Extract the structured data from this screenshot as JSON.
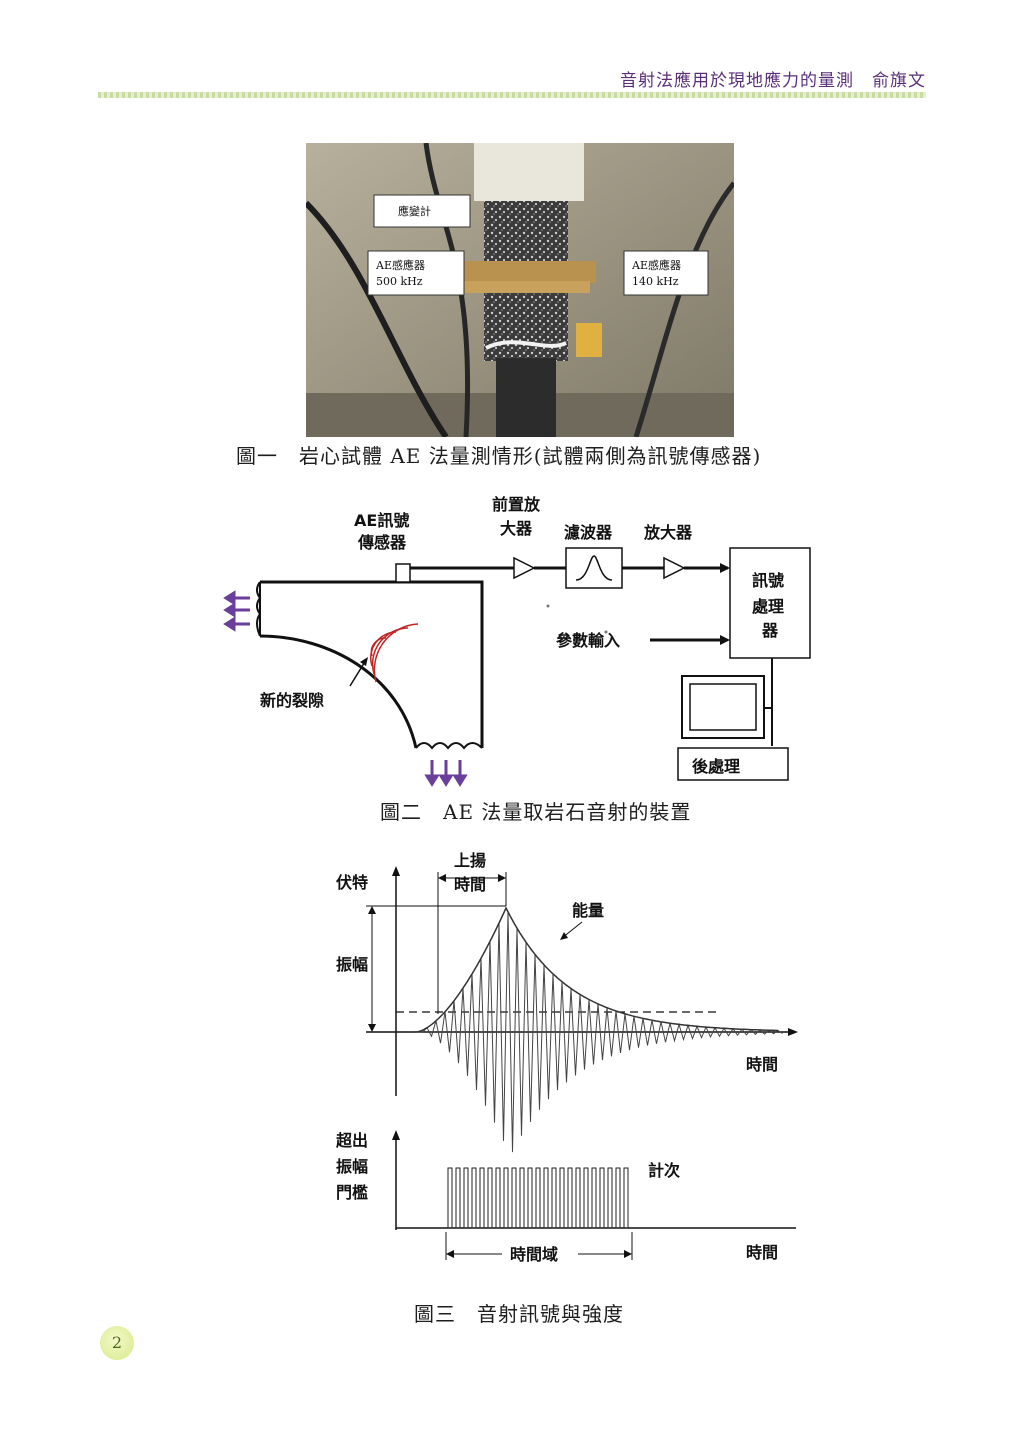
{
  "header": {
    "running_title": "音射法應用於現地應力的量測　俞旗文"
  },
  "figure1": {
    "caption": "圖一　岩心試體 AE 法量測情形(試體兩側為訊號傳感器)",
    "labels": {
      "strain_gauge": "應變計",
      "sensor_left_name": "AE感應器",
      "sensor_left_freq": "500 kHz",
      "sensor_right_name": "AE感應器",
      "sensor_right_freq": "140 kHz"
    }
  },
  "figure2": {
    "caption": "圖二　AE 法量取岩石音射的裝置",
    "labels": {
      "sensor_line1": "AE訊號",
      "sensor_line2": "傳感器",
      "preamp_line1": "前置放",
      "preamp_line2": "大器",
      "filter": "濾波器",
      "amplifier": "放大器",
      "processor_line1": "訊號",
      "processor_line2": "處理",
      "processor_line3": "器",
      "param_input": "參數輸入",
      "new_crack": "新的裂隙",
      "post_processing": "後處理"
    }
  },
  "figure3": {
    "caption": "圖三　音射訊號與強度",
    "labels": {
      "volt": "伏特",
      "amplitude": "振幅",
      "rise_line1": "上揚",
      "rise_line2": "時間",
      "energy": "能量",
      "time_axis_top": "時間",
      "over_line1": "超出",
      "over_line2": "振幅",
      "over_line3": "門檻",
      "count": "計次",
      "time_domain": "時間域",
      "time_axis_bottom": "時間"
    }
  },
  "page_number": "2"
}
